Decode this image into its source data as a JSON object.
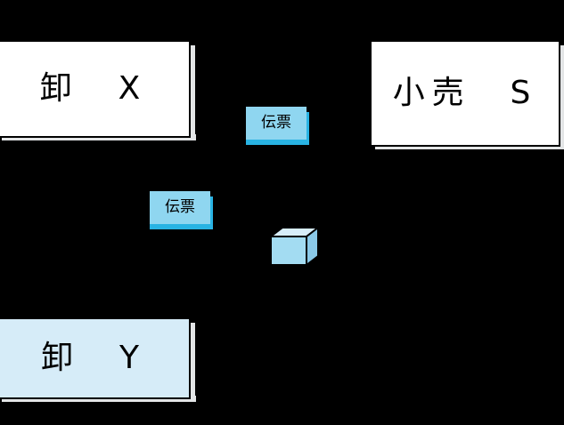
{
  "diagram": {
    "title": "",
    "background_color": "#000000",
    "entities": [
      {
        "id": "oroshi-x",
        "label": "卸　X",
        "role": "wholesaler",
        "fill_color": "#ffffff",
        "border_color": "#000000",
        "shadow_color": "#e3e5e6"
      },
      {
        "id": "kouri-s",
        "label": "小売　S",
        "role": "retailer",
        "fill_color": "#ffffff",
        "border_color": "#000000",
        "shadow_color": "#e3e5e6"
      },
      {
        "id": "oroshi-y",
        "label": "卸　Y",
        "role": "wholesaler",
        "fill_color": "#d6ecf8",
        "border_color": "#000000",
        "shadow_color": "#e3e5e6"
      }
    ],
    "slips": [
      {
        "id": "slip-1",
        "label": "伝票",
        "fill_color": "#8fd6f0",
        "shadow_color": "#29b3e3"
      },
      {
        "id": "slip-2",
        "label": "伝票",
        "fill_color": "#8fd6f0",
        "shadow_color": "#29b3e3"
      }
    ],
    "goods": {
      "id": "goods-cube",
      "label": "",
      "icon": "box-3d-icon",
      "front_color": "#a3dcf2",
      "top_color": "#d8eefa",
      "side_color": "#8ac9e8",
      "edge_color": "#000000"
    }
  }
}
